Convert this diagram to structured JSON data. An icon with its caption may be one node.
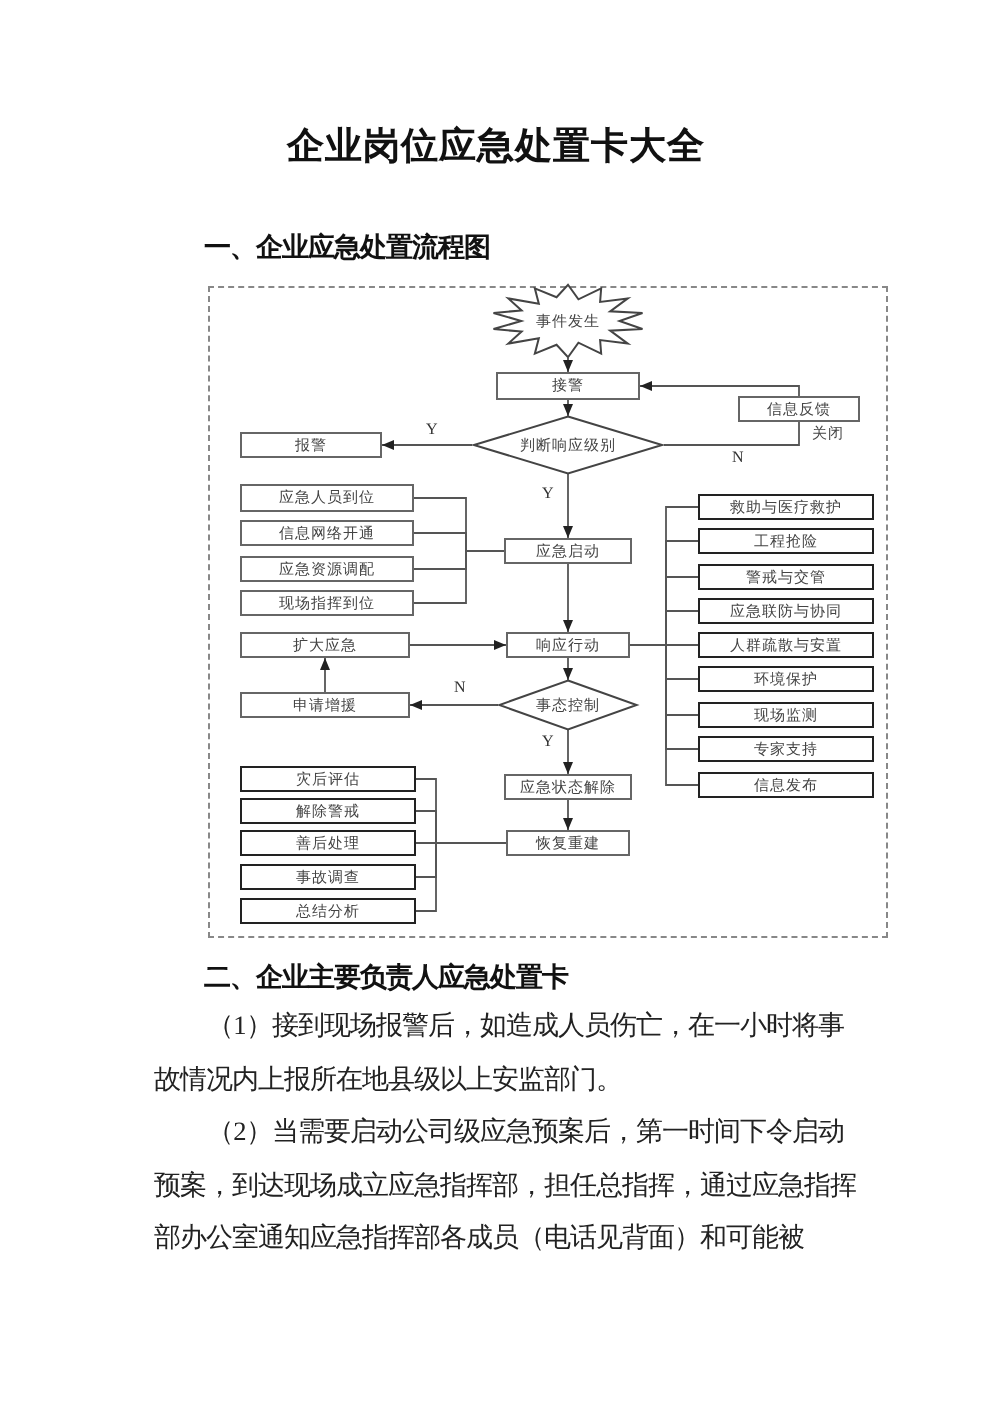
{
  "diagram": {
    "title": "企业岗位应急处置卡大全",
    "nodes": [
      {
        "text": [
          "事件发生"
        ]
      },
      {
        "text": [
          "接警"
        ]
      },
      {
        "text": [
          "信息反馈"
        ]
      },
      {
        "text": [
          "报警"
        ]
      },
      {
        "text": [
          "判断响应级别"
        ]
      },
      {
        "text": [
          "应急人员到位"
        ]
      },
      {
        "text": [
          "信息网络开通"
        ]
      },
      {
        "text": [
          "应急资源调配"
        ]
      },
      {
        "text": [
          "现场指挥到位"
        ]
      },
      {
        "text": [
          "应急启动"
        ]
      },
      {
        "text": [
          "救助与医疗救护"
        ]
      },
      {
        "text": [
          "工程抢险"
        ]
      },
      {
        "text": [
          "警戒与交管"
        ]
      },
      {
        "text": [
          "应急联防与协同"
        ]
      },
      {
        "text": [
          "人群疏散与安置"
        ]
      },
      {
        "text": [
          "环境保护"
        ]
      },
      {
        "text": [
          "现场监测"
        ]
      },
      {
        "text": [
          "专家支持"
        ]
      },
      {
        "text": [
          "信息发布"
        ]
      },
      {
        "text": [
          "扩大应急"
        ]
      },
      {
        "text": [
          "响应行动"
        ]
      },
      {
        "text": [
          "申请增援"
        ]
      },
      {
        "text": [
          "事态控制"
        ]
      },
      {
        "text": [
          "应急状态解除"
        ]
      },
      {
        "text": [
          "恢复重建"
        ]
      },
      {
        "text": [
          "灾后评估"
        ]
      },
      {
        "text": [
          "解除警戒"
        ]
      },
      {
        "text": [
          "善后处理"
        ]
      },
      {
        "text": [
          "事故调查"
        ]
      },
      {
        "text": [
          "总结分析"
        ]
      }
    ],
    "edges": [
      {
        "from": 0,
        "to": 1,
        "arrow": "to"
      },
      {
        "from": 1,
        "to": 4,
        "arrow": "to"
      },
      {
        "from": 4,
        "to": 3,
        "arrow": "to",
        "label": "Y"
      },
      {
        "from": 4,
        "to": 2,
        "arrow": "none",
        "label": "N"
      },
      {
        "from": 2,
        "to": 1,
        "arrow": "to"
      },
      {
        "from": 4,
        "to": 9,
        "arrow": "to",
        "label": "Y"
      },
      {
        "from": 5,
        "to": 9,
        "arrow": "none"
      },
      {
        "from": 6,
        "to": 9,
        "arrow": "none"
      },
      {
        "from": 7,
        "to": 9,
        "arrow": "none"
      },
      {
        "from": 8,
        "to": 9,
        "arrow": "none"
      },
      {
        "from": 9,
        "to": 20,
        "arrow": "to"
      },
      {
        "from": 20,
        "to": 10,
        "arrow": "none"
      },
      {
        "from": 20,
        "to": 11,
        "arrow": "none"
      },
      {
        "from": 20,
        "to": 12,
        "arrow": "none"
      },
      {
        "from": 20,
        "to": 13,
        "arrow": "none"
      },
      {
        "from": 20,
        "to": 14,
        "arrow": "none"
      },
      {
        "from": 20,
        "to": 15,
        "arrow": "none"
      },
      {
        "from": 20,
        "to": 16,
        "arrow": "none"
      },
      {
        "from": 20,
        "to": 17,
        "arrow": "none"
      },
      {
        "from": 20,
        "to": 18,
        "arrow": "none"
      },
      {
        "from": 19,
        "to": 20,
        "arrow": "to"
      },
      {
        "from": 20,
        "to": 22,
        "arrow": "to"
      },
      {
        "from": 22,
        "to": 21,
        "arrow": "to",
        "label": "N"
      },
      {
        "from": 21,
        "to": 19,
        "arrow": "to"
      },
      {
        "from": 22,
        "to": 23,
        "arrow": "to",
        "label": "Y"
      },
      {
        "from": 23,
        "to": 24,
        "arrow": "to"
      },
      {
        "from": 24,
        "to": 25,
        "arrow": "none"
      },
      {
        "from": 24,
        "to": 26,
        "arrow": "none"
      },
      {
        "from": 24,
        "to": 27,
        "arrow": "none"
      },
      {
        "from": 24,
        "to": 28,
        "arrow": "none"
      },
      {
        "from": 24,
        "to": 29,
        "arrow": "none"
      }
    ],
    "labels": [
      "一、企业应急处置流程图",
      "关闭",
      "二、企业主要负责人应急处置卡",
      "（1）接到现场报警后，如造成人员伤亡，在一小时将事故情况内上报所在地县级以上安监部门。",
      "（2）当需要启动公司级应急预案后，第一时间下令启动预案，到达现场成立应急指挥部，担任总指挥，通过应急指挥部办公室通知应急指挥部各成员（电话见背面）和可能被"
    ]
  }
}
